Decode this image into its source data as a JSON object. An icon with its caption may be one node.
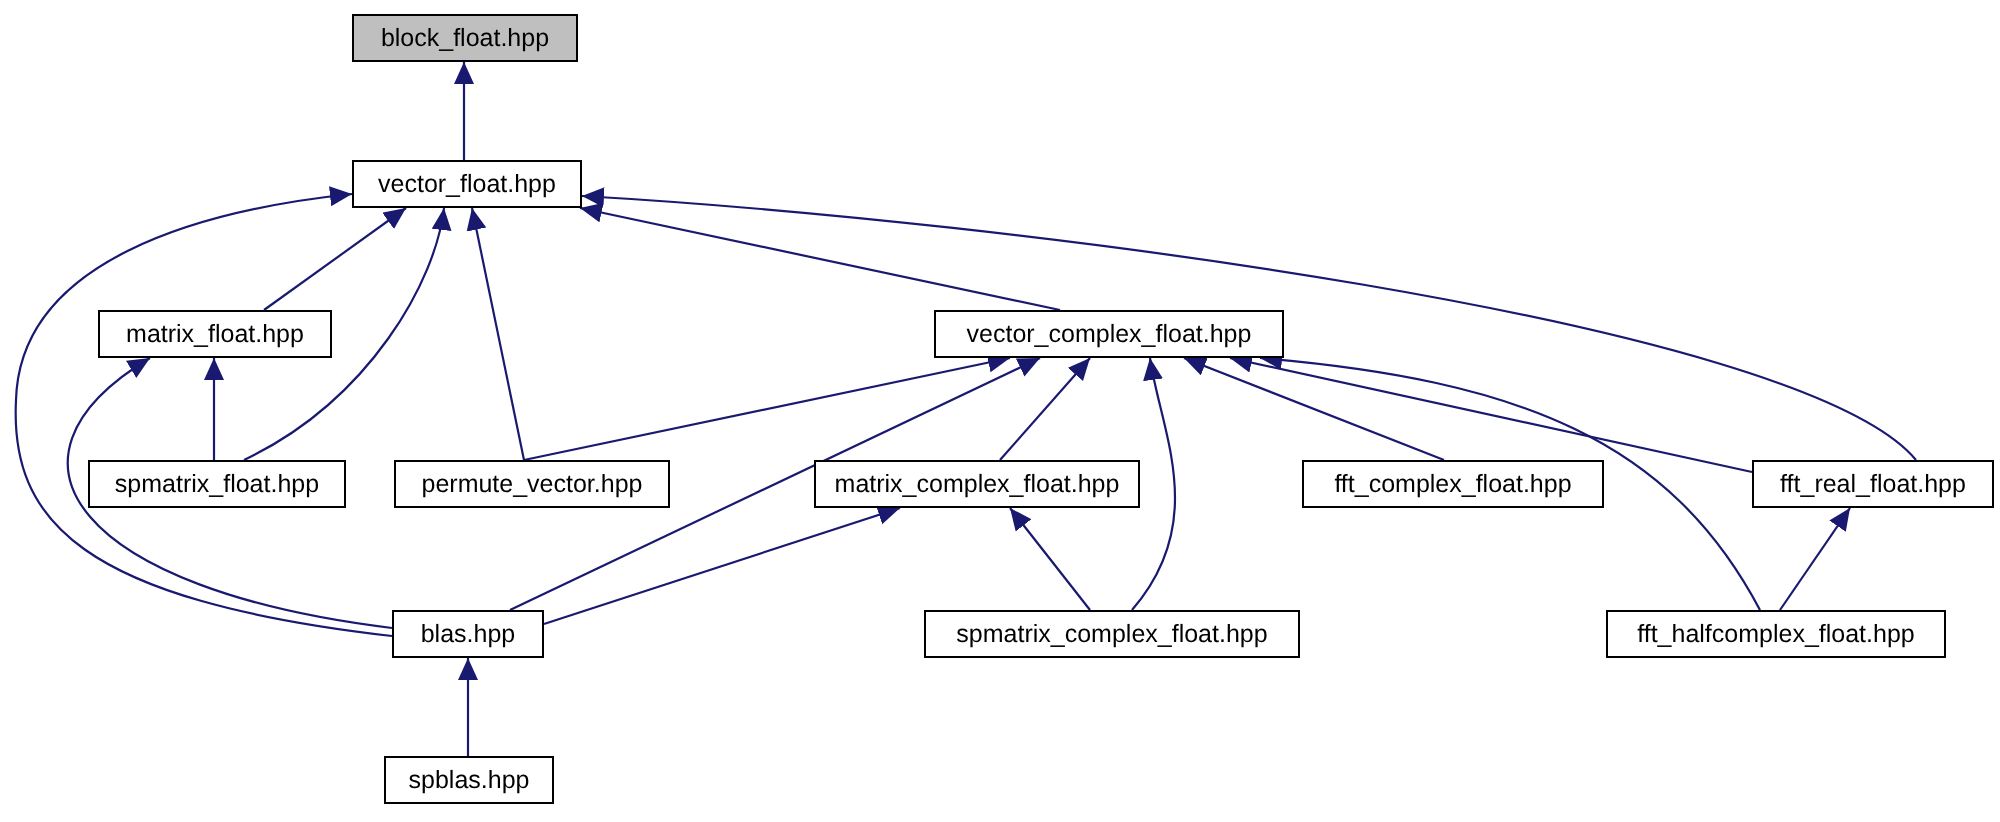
{
  "diagram": {
    "nodes": [
      {
        "text": [
          "block_float.hpp"
        ]
      },
      {
        "text": [
          "vector_float.hpp"
        ]
      },
      {
        "text": [
          "matrix_float.hpp"
        ]
      },
      {
        "text": [
          "vector_complex_float.hpp"
        ]
      },
      {
        "text": [
          "spmatrix_float.hpp"
        ]
      },
      {
        "text": [
          "permute_vector.hpp"
        ]
      },
      {
        "text": [
          "matrix_complex_float.hpp"
        ]
      },
      {
        "text": [
          "fft_complex_float.hpp"
        ]
      },
      {
        "text": [
          "fft_real_float.hpp"
        ]
      },
      {
        "text": [
          "blas.hpp"
        ]
      },
      {
        "text": [
          "spmatrix_complex_float.hpp"
        ]
      },
      {
        "text": [
          "fft_halfcomplex_float.hpp"
        ]
      },
      {
        "text": [
          "spblas.hpp"
        ]
      }
    ],
    "edges": [
      {
        "from": 1,
        "to": 0,
        "arrow": "to"
      },
      {
        "from": 2,
        "to": 1,
        "arrow": "to"
      },
      {
        "from": 4,
        "to": 1,
        "arrow": "to"
      },
      {
        "from": 5,
        "to": 1,
        "arrow": "to"
      },
      {
        "from": 9,
        "to": 1,
        "arrow": "to"
      },
      {
        "from": 3,
        "to": 1,
        "arrow": "to"
      },
      {
        "from": 8,
        "to": 1,
        "arrow": "to"
      },
      {
        "from": 4,
        "to": 2,
        "arrow": "to"
      },
      {
        "from": 9,
        "to": 2,
        "arrow": "to"
      },
      {
        "from": 5,
        "to": 3,
        "arrow": "to"
      },
      {
        "from": 9,
        "to": 3,
        "arrow": "to"
      },
      {
        "from": 6,
        "to": 3,
        "arrow": "to"
      },
      {
        "from": 10,
        "to": 3,
        "arrow": "to"
      },
      {
        "from": 7,
        "to": 3,
        "arrow": "to"
      },
      {
        "from": 8,
        "to": 3,
        "arrow": "to"
      },
      {
        "from": 11,
        "to": 3,
        "arrow": "to"
      },
      {
        "from": 9,
        "to": 6,
        "arrow": "to"
      },
      {
        "from": 10,
        "to": 6,
        "arrow": "to"
      },
      {
        "from": 11,
        "to": 8,
        "arrow": "to"
      },
      {
        "from": 12,
        "to": 9,
        "arrow": "to"
      }
    ]
  }
}
